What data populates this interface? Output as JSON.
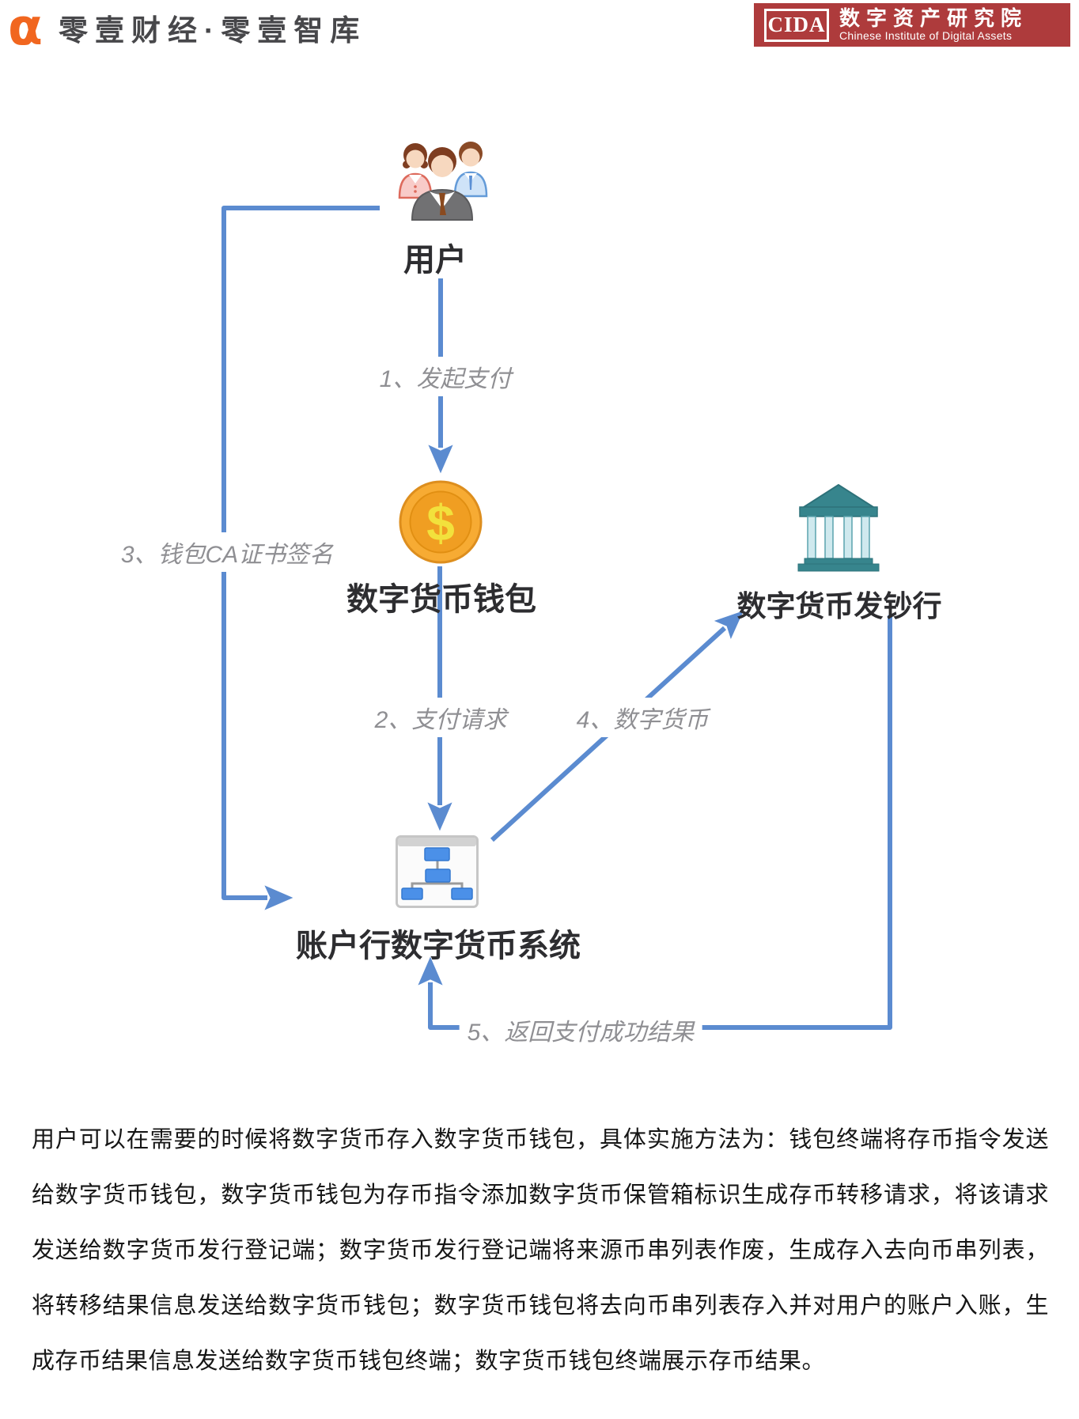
{
  "header": {
    "brand": {
      "alpha_glyph": "α",
      "name": "零壹财经·零壹智库"
    },
    "cida": {
      "acronym": "CIDA",
      "name_cn": "数字资产研究院",
      "name_en": "Chinese Institute of Digital Assets"
    }
  },
  "diagram": {
    "nodes": {
      "user": {
        "label": "用户"
      },
      "wallet": {
        "label": "数字货币钱包",
        "coin_symbol": "$"
      },
      "issuing_bank": {
        "label": "数字货币发钞行"
      },
      "account_bank_system": {
        "label": "账户行数字货币系统"
      }
    },
    "edges": {
      "e1": {
        "label": "1、发起支付",
        "from": "用户",
        "to": "数字货币钱包"
      },
      "e2": {
        "label": "2、支付请求",
        "from": "数字货币钱包",
        "to": "账户行数字货币系统"
      },
      "e3": {
        "label": "3、钱包CA证书签名",
        "from": "用户",
        "to": "账户行数字货币系统"
      },
      "e4": {
        "label": "4、数字货币",
        "from": "账户行数字货币系统",
        "to": "数字货币发钞行"
      },
      "e5": {
        "label": "5、返回支付成功结果",
        "from": "数字货币发钞行",
        "to": "账户行数字货币系统"
      }
    },
    "colors": {
      "arrow_blue": "#5b8bd0",
      "edge_label_gray": "#8f8f93",
      "node_label_dark": "#2d2d30",
      "bank_teal": "#37858d",
      "coin_orange": "#f7ab33",
      "system_node_blue": "#4b90e8",
      "brand_orange": "#f1661f",
      "cida_red": "#ae3b3c"
    }
  },
  "paragraph": {
    "lines": [
      "用户可以在需要的时候将数字货币存入数字货币钱包，具体实施方法为：钱包终端将存币指令发送",
      "给数字货币钱包，数字货币钱包为存币指令添加数字货币保管箱标识生成存币转移请求，将该请求",
      "发送给数字货币发行登记端；数字货币发行登记端将来源币串列表作废，生成存入去向币串列表，",
      "将转移结果信息发送给数字货币钱包；数字货币钱包将去向币串列表存入并对用户的账户入账，生",
      "成存币结果信息发送给数字货币钱包终端；数字货币钱包终端展示存币结果。"
    ]
  }
}
